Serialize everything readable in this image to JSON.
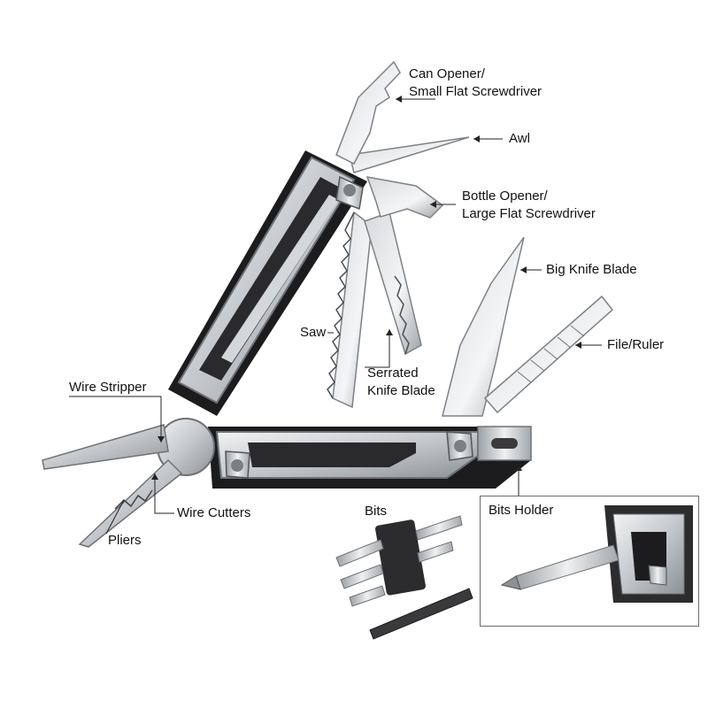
{
  "labels": {
    "can_opener_line1": "Can Opener/",
    "can_opener_line2": "Small Flat Screwdriver",
    "awl": "Awl",
    "bottle_opener_line1": "Bottle Opener/",
    "bottle_opener_line2": "Large Flat Screwdriver",
    "big_knife_blade": "Big Knife Blade",
    "file_ruler": "File/Ruler",
    "saw": "Saw",
    "serrated_line1": "Serrated",
    "serrated_line2": "Knife Blade",
    "wire_stripper": "Wire Stripper",
    "wire_cutters": "Wire Cutters",
    "pliers": "Pliers",
    "bits": "Bits",
    "bits_holder": "Bits Holder"
  },
  "colors": {
    "steel_light": "#e4e6e8",
    "steel_mid": "#b9bdc1",
    "steel_dark": "#7d8287",
    "handle_black": "#1b1b1d",
    "leader_line": "#222222"
  }
}
